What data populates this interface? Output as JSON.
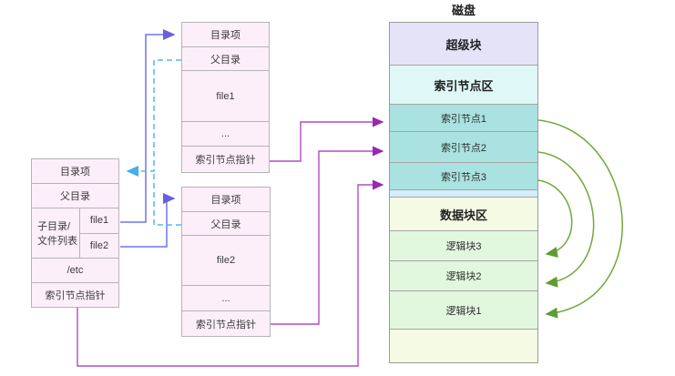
{
  "disk_title": "磁盘",
  "left_table": {
    "dir_entry": "目录项",
    "parent_dir": "父目录",
    "children_label": "子目录/\n文件列表",
    "file1": "file1",
    "file2": "file2",
    "etc": "/etc",
    "inode_pointer": "索引节点指针"
  },
  "file1_table": {
    "dir_entry": "目录项",
    "parent_dir": "父目录",
    "name": "file1",
    "ellipsis": "...",
    "inode_pointer": "索引节点指针"
  },
  "file2_table": {
    "dir_entry": "目录项",
    "parent_dir": "父目录",
    "name": "file2",
    "ellipsis": "...",
    "inode_pointer": "索引节点指针"
  },
  "disk": {
    "sections": [
      {
        "label": "超级块"
      },
      {
        "label": "索引节点区"
      },
      {
        "label": "索引节点1"
      },
      {
        "label": "索引节点2"
      },
      {
        "label": "索引节点3"
      },
      {
        "label": ""
      },
      {
        "label": "数据块区"
      },
      {
        "label": "逻辑块3"
      },
      {
        "label": "逻辑块2"
      },
      {
        "label": "逻辑块1"
      },
      {
        "label": ""
      }
    ]
  },
  "colors": {
    "purple_arrow": "#a22bb5",
    "green_arrow": "#71a83e",
    "blue_solid_arrow": "#6b76ec",
    "blue_dashed_arrow": "#55b5f0",
    "cell_pink": "#fdeffa",
    "superblock_fill": "#e5e3f8",
    "inode_area_fill": "#dff8f7",
    "inode_row_fill": "#a9e2e0",
    "strip_fill": "#d2edfb",
    "data_area_fill": "#f5fae4",
    "logic_block_fill": "#e2f8de"
  }
}
